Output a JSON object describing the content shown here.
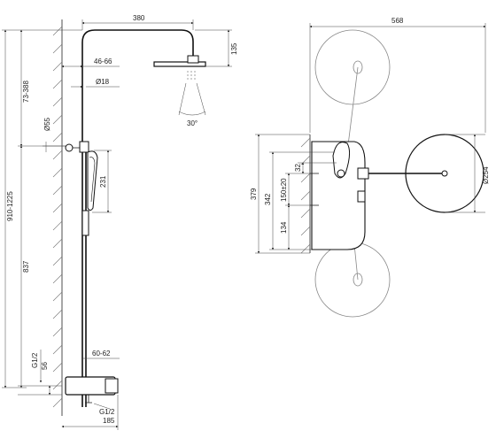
{
  "front_view": {
    "dims": {
      "width_arm": "380",
      "head_height": "135",
      "arm_adjust": "46-66",
      "pipe_dia": "Ø18",
      "adjust_range_top": "73-388",
      "spray_angle": "30°",
      "handle_dia": "Ø55",
      "holder_length": "231",
      "total_height": "910-1225",
      "lower_height": "837",
      "inlet_spacing": "60-62",
      "thread_left": "G1/2",
      "inlet_height": "56",
      "thread_bottom": "G1/2",
      "depth": "185"
    }
  },
  "top_view": {
    "dims": {
      "overall_width": "568",
      "head_dia": "Ø254",
      "wall_height": "379",
      "mixer_height": "342",
      "spacing": "150±20",
      "small_offset": "32",
      "lower_offset": "134"
    }
  }
}
